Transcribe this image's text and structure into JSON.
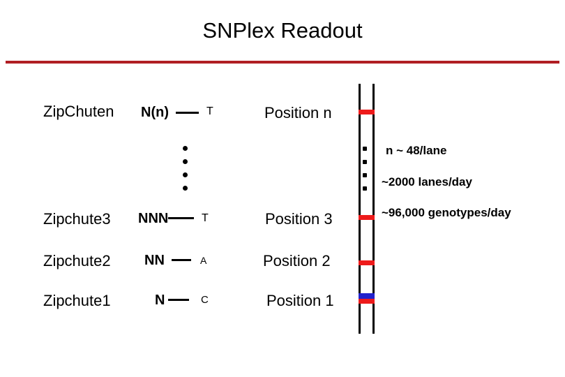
{
  "slide": {
    "title": "SNPlex Readout"
  },
  "rows": [
    {
      "id": "n",
      "chute": "ZipChuten",
      "probe": "N(n)",
      "base": "T",
      "position": "Position n"
    },
    {
      "id": "3",
      "chute": "Zipchute3",
      "probe": "NNN",
      "base": "T",
      "position": "Position 3"
    },
    {
      "id": "2",
      "chute": "Zipchute2",
      "probe": "NN",
      "base": "A",
      "position": "Position 2"
    },
    {
      "id": "1",
      "chute": "Zipchute1",
      "probe": "N",
      "base": "C",
      "position": "Position 1"
    }
  ],
  "annotations": {
    "per_lane": "n ~ 48/lane",
    "lanes_per_day": "~2000 lanes/day",
    "genotypes_per_day": "~96,000 genotypes/day"
  },
  "lane": {
    "bands": [
      {
        "row": "n",
        "color": "red"
      },
      {
        "row": "3",
        "color": "red"
      },
      {
        "row": "2",
        "color": "red"
      },
      {
        "row": "1",
        "color": "blue-over-red"
      }
    ]
  },
  "colors": {
    "title_rule": "#b01e23",
    "band_red": "#ee1b1b",
    "band_blue": "#2222cc",
    "text": "#000000",
    "background": "#ffffff"
  }
}
